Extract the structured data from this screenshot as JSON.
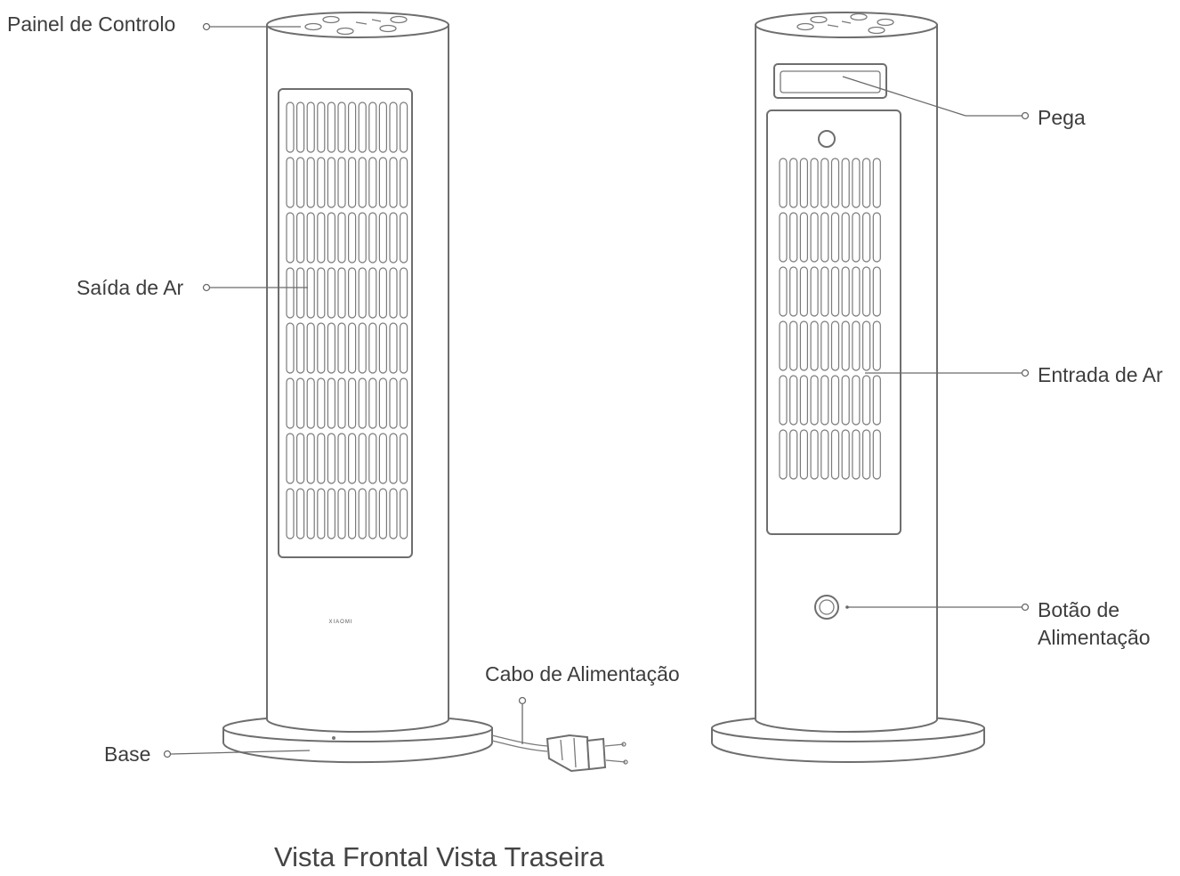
{
  "brand_mark": "XIAOMI",
  "labels": {
    "painel_de_controlo": "Painel de Controlo",
    "saida_de_ar": "Saída de Ar",
    "base": "Base",
    "cabo_de_alimentacao": "Cabo de Alimentação",
    "pega": "Pega",
    "entrada_de_ar": "Entrada de Ar",
    "botao_de_alimentacao_line1": "Botão de",
    "botao_de_alimentacao_line2": "Alimentação"
  },
  "caption": "Vista Frontal Vista Traseira"
}
